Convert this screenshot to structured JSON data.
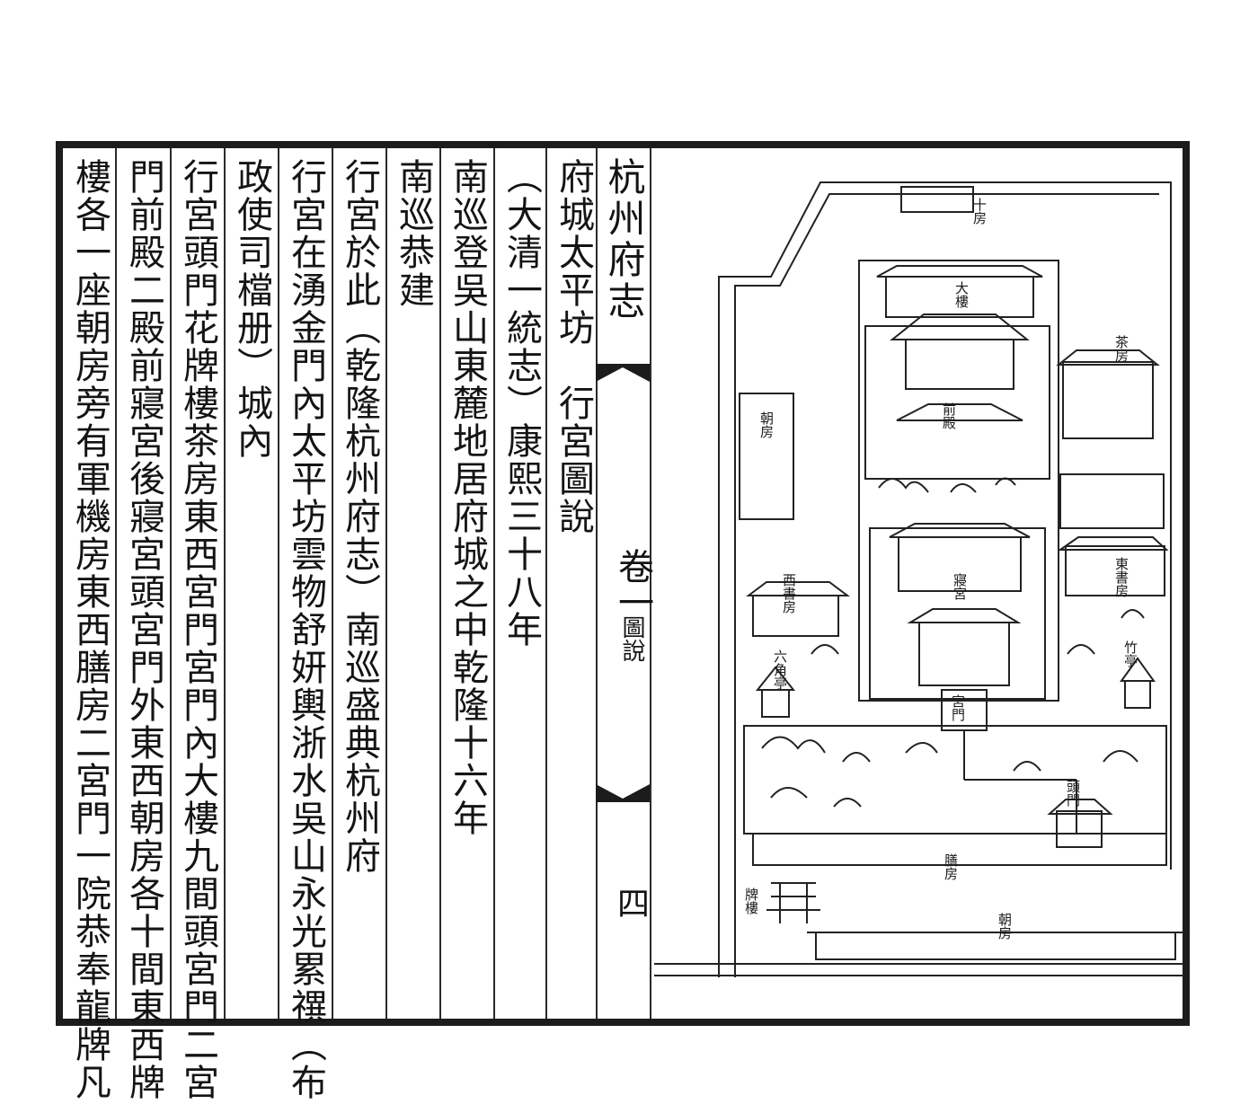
{
  "fold": {
    "title": "杭州府志",
    "juan": "卷一",
    "section": "圖說",
    "page": "四"
  },
  "columns": [
    {
      "text": "府城太平坊　行宮圖說"
    },
    {
      "text": "（大清一統志）康熙三十八年"
    },
    {
      "text": "南巡登吳山東麓地居府城之中乾隆十六年"
    },
    {
      "text": "南巡恭建"
    },
    {
      "text": "行宮於此（乾隆杭州府志）南巡盛典杭州府"
    },
    {
      "text": "行宮在湧金門內太平坊雲物舒妍輿浙水吳山永光累禩（布"
    },
    {
      "text": "政使司檔册）城內"
    },
    {
      "text": "行宮頭門花牌樓茶房東西宮門宮門內大樓九間頭宮門二宮"
    },
    {
      "text": "門前殿二殿前寢宮後寢宮頭宮門外東西朝房各十間東西牌"
    },
    {
      "text": "樓各一座朝房旁有軍機房東西膳房二宮門一院恭奉龍牌凡"
    }
  ],
  "map": {
    "labels": {
      "tea_house": "茶房",
      "west_study": "西書房",
      "east_study": "東書房",
      "main_hall": "前殿",
      "rear_hall": "寢宮",
      "head_gate": "頭門",
      "palace_gate": "宮門",
      "kitchen": "膳房",
      "court_house": "朝房",
      "ten_rooms": "十房",
      "pavilion_left": "六角亭",
      "pavilion_right": "竹亭",
      "tower": "大樓",
      "side_left": "朝房",
      "archway": "牌樓"
    }
  }
}
